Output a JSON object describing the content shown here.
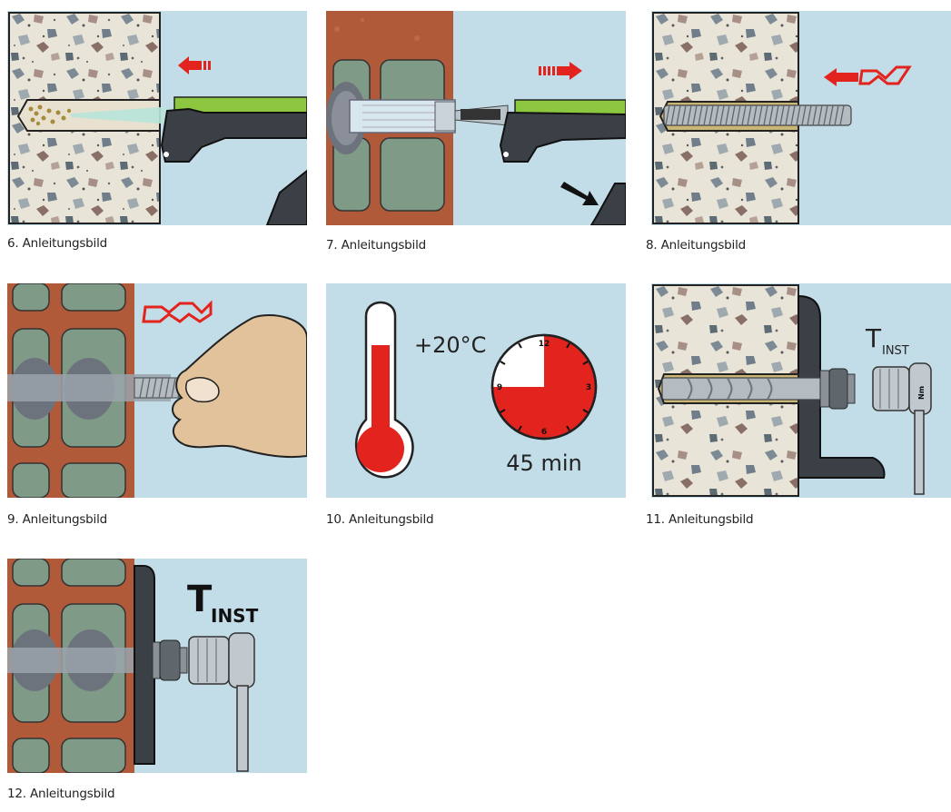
{
  "captions": [
    "6. Anleitungsbild",
    "7. Anleitungsbild",
    "8. Anleitungsbild",
    "9. Anleitungsbild",
    "10. Anleitungsbild",
    "11. Anleitungsbild",
    "12. Anleitungsbild"
  ],
  "step10": {
    "temperature": "+20°C",
    "duration": "45 min",
    "clock_numbers": [
      "12",
      "3",
      "6",
      "9"
    ]
  },
  "step11": {
    "torque_symbol": "T",
    "torque_subscript": "INST",
    "wrench_label": "Nm"
  },
  "step12": {
    "torque_symbol": "T",
    "torque_subscript": "INST"
  },
  "colors": {
    "sky": "#c3dde8",
    "concrete": "#e9e4d8",
    "brick": "#b05a3a",
    "cavity": "#7f9a87",
    "mortar_gun": "#8dc63f",
    "arrow_red": "#e3231d",
    "thermo_red": "#e3231d"
  }
}
